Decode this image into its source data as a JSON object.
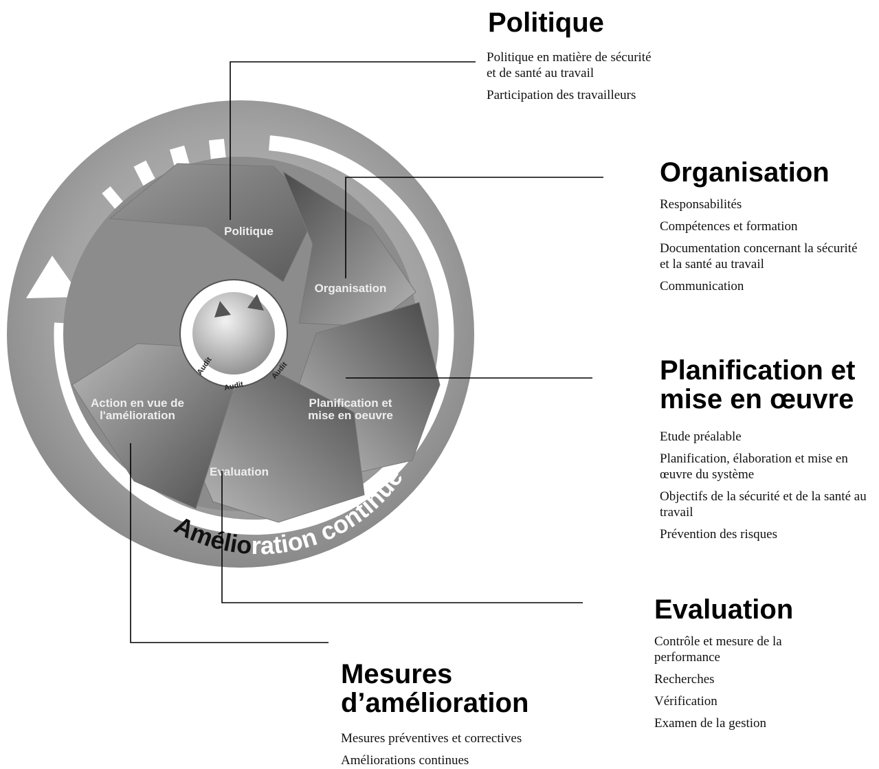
{
  "wheel": {
    "segments": [
      {
        "label_lines": [
          "Politique"
        ]
      },
      {
        "label_lines": [
          "Organisation"
        ]
      },
      {
        "label_lines": [
          "Planification et",
          "mise en oeuvre"
        ]
      },
      {
        "label_lines": [
          "Evaluation"
        ]
      },
      {
        "label_lines": [
          "Action en vue de",
          "l'amélioration"
        ]
      }
    ],
    "audit_label": "Audit",
    "ring_text_start": "Amélio",
    "ring_text_end": "ration continue"
  },
  "sections": [
    {
      "id": "politique",
      "title_lines": [
        "Politique"
      ],
      "items": [
        "Politique en matière de sécurité et de santé au travail",
        "Participation des travailleurs"
      ]
    },
    {
      "id": "organisation",
      "title_lines": [
        "Organisation"
      ],
      "items": [
        "Responsabilités",
        "Compétences et formation",
        "Documentation concernant la sécurité et la santé au travail",
        "Communication"
      ]
    },
    {
      "id": "planification",
      "title_lines": [
        "Planification et",
        "mise en œuvre"
      ],
      "items": [
        "Etude préalable",
        "Planification, élaboration et mise en œuvre du système",
        "Objectifs de la sécurité et de la santé au travail",
        "Prévention des risques"
      ]
    },
    {
      "id": "evaluation",
      "title_lines": [
        "Evaluation"
      ],
      "items": [
        "Contrôle et mesure de la performance",
        "Recherches",
        "Vérification",
        "Examen de la gestion"
      ]
    },
    {
      "id": "mesures",
      "title_lines": [
        "Mesures",
        "d’amélioration"
      ],
      "items": [
        "Mesures préventives et correctives",
        "Améliorations continues"
      ]
    }
  ],
  "colors": {
    "ring": "#9a9a9a",
    "arrow": "#ffffff",
    "hub": "#d8d8d8"
  }
}
